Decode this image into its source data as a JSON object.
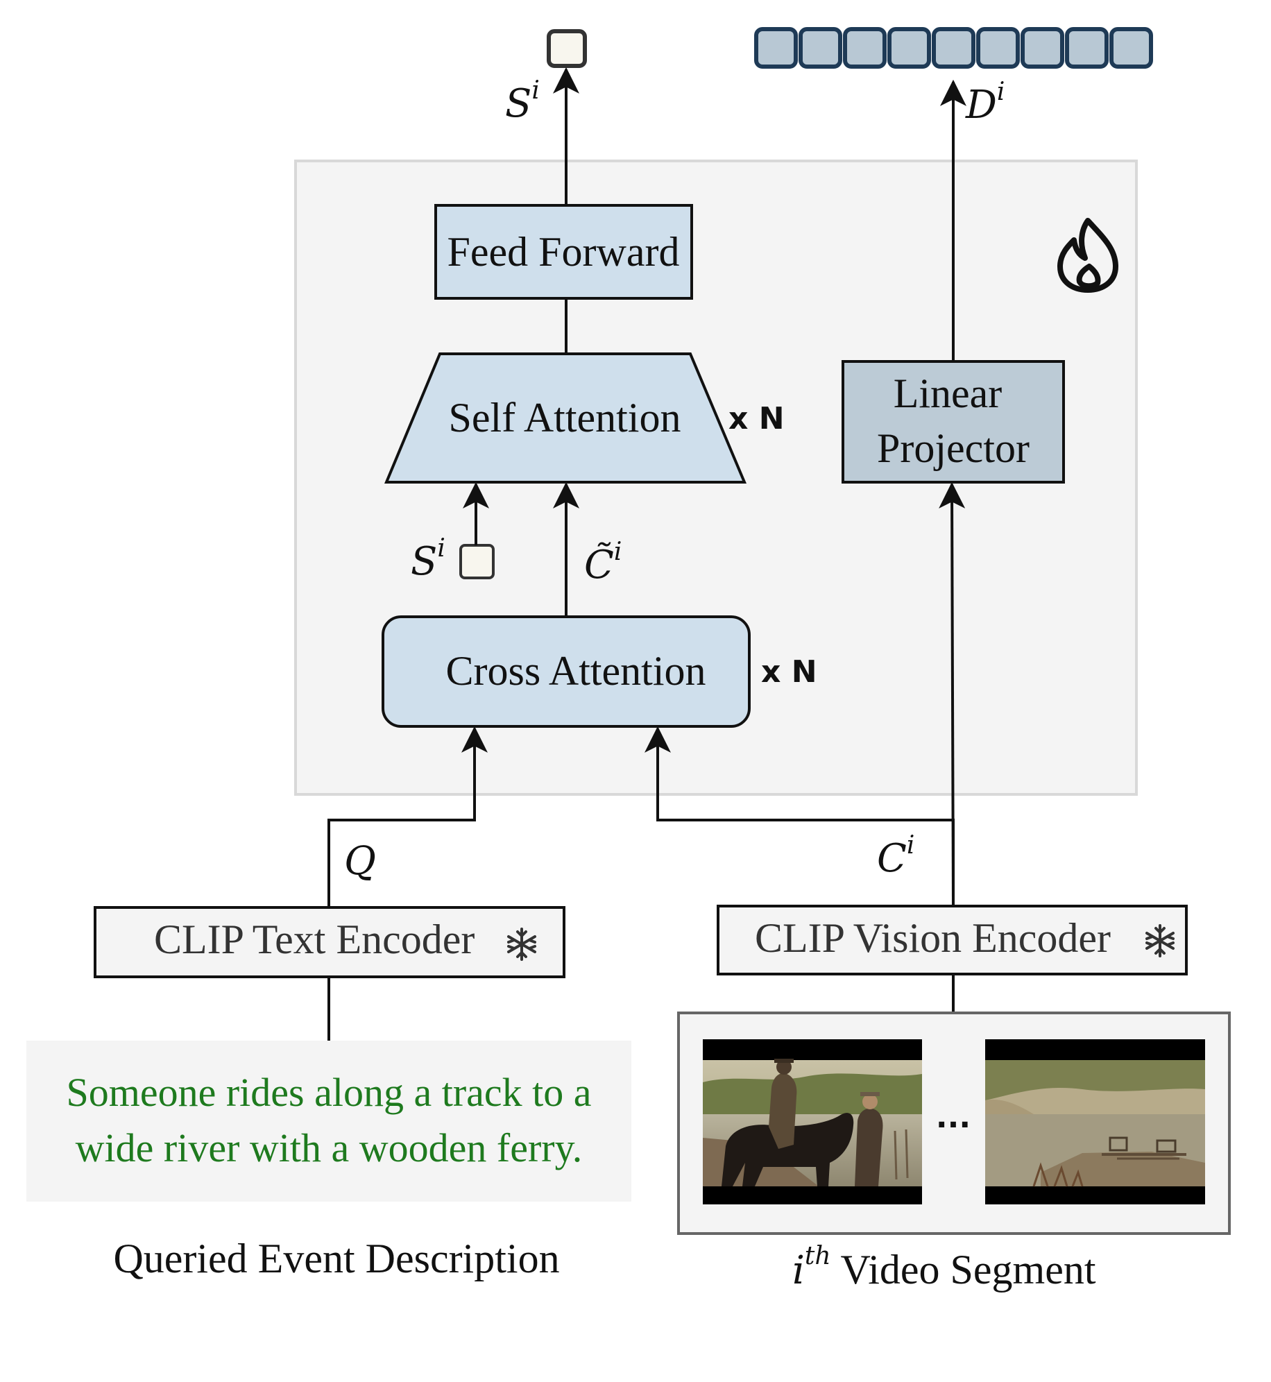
{
  "blocks": {
    "feed_forward": "Feed Forward",
    "self_attention": "Self Attention",
    "cross_attention": "Cross Attention",
    "linear_projector_line1": "Linear",
    "linear_projector_line2": "Projector",
    "text_encoder": "CLIP Text Encoder",
    "vision_encoder": "CLIP Vision Encoder"
  },
  "repeat_label": "x N",
  "symbols": {
    "s": "S",
    "d": "D",
    "c": "C",
    "c_tilde": "C̃",
    "q": "Q",
    "sup_i": "i"
  },
  "description": {
    "line1": "Someone rides along a track to a",
    "line2": "wide river with a wooden ferry."
  },
  "captions": {
    "left": "Queried Event Description",
    "right_sup": "th",
    "right_i": "i",
    "right_text": " Video Segment"
  },
  "ellipsis": "...",
  "icons": {
    "frozen": "snowflake-icon",
    "trainable": "fire-icon"
  },
  "colors": {
    "panel": "#f4f4f4",
    "block_light": "#cfdfec",
    "block_dark": "#bccbd6",
    "token": "#b8c8d4",
    "token_border": "#1e3a56",
    "score_token": "#f8f6ee",
    "description_text": "#1e7a1e"
  },
  "embedding_token_count": 9
}
